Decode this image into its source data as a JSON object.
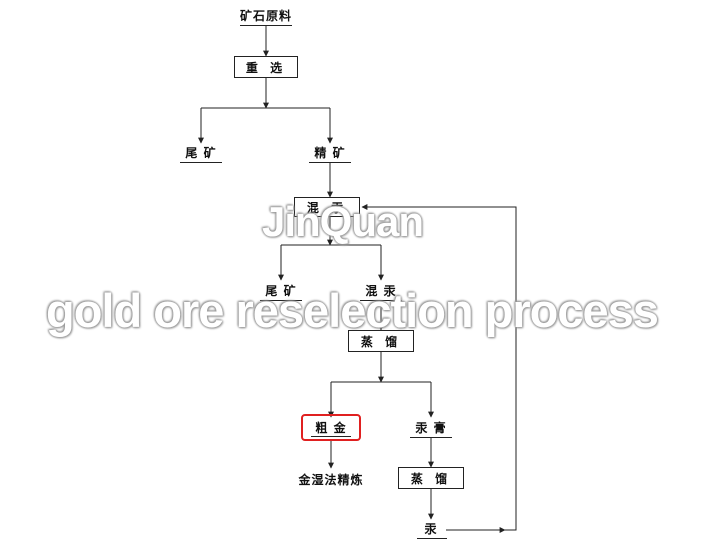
{
  "nodes": {
    "ore_raw": "矿石原料",
    "gravity_separation": "重 选",
    "tailings_1": "尾 矿",
    "concentrate": "精 矿",
    "amalgamation": "混 汞",
    "tailings_2": "尾 矿",
    "amalgam": "混 汞",
    "distillation_1": "蒸 馏",
    "crude_gold": "粗 金",
    "mercury_paste": "汞 膏",
    "distillation_2": "蒸 馏",
    "gold_refining": "金湿法精炼",
    "mercury": "汞"
  },
  "watermark": {
    "brand": "JinQuan",
    "caption": "gold ore reselection process"
  },
  "colors": {
    "line": "#222222",
    "highlight": "#e02020"
  }
}
